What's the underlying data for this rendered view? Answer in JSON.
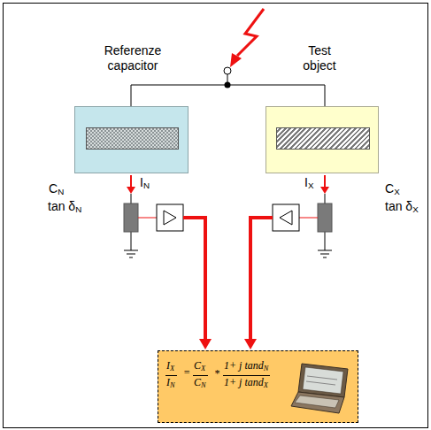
{
  "diagram": {
    "nodes": [
      {
        "text": [
          "Referenze capacitor",
          "CN",
          "tan δN"
        ]
      },
      {
        "text": [
          "Test object",
          "CX",
          "tan δX"
        ]
      },
      {
        "text": [
          "IX",
          "IN",
          "=",
          "CX",
          "CN",
          "*",
          "1+ j tandN",
          "1+ j tandX"
        ]
      }
    ],
    "edges": [
      {
        "from": 0,
        "to": 1,
        "arrow": "none"
      }
    ],
    "labels": [
      "IN",
      "IX"
    ]
  }
}
